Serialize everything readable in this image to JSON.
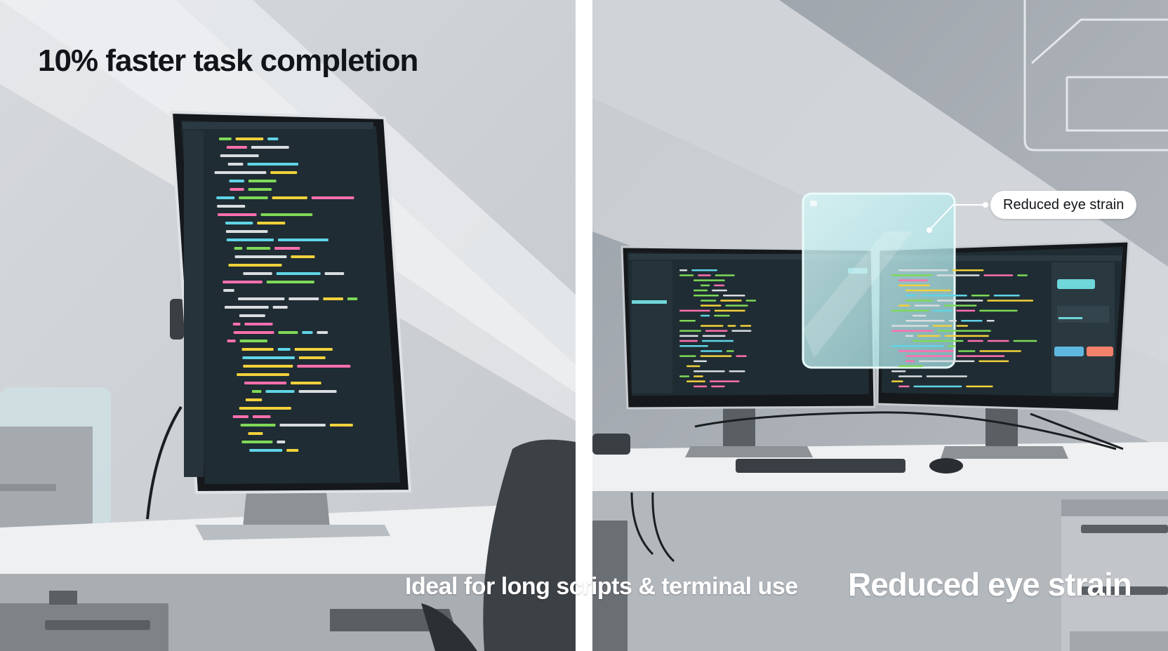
{
  "left_panel": {
    "headline": "10% faster task completion",
    "caption": "Ideal for long scripts & terminal use"
  },
  "right_panel": {
    "callout_label": "Reduced eye strain",
    "caption": "Reduced eye strain"
  },
  "colors": {
    "screen_bg": "#1f2c33",
    "code_green": "#7ed957",
    "code_yellow": "#f2d13b",
    "code_pink": "#ff6fae",
    "code_cyan": "#5fd4e6",
    "code_white": "#d9dde0",
    "accent_teal": "#6fd6d9",
    "accent_coral": "#f2826a"
  }
}
